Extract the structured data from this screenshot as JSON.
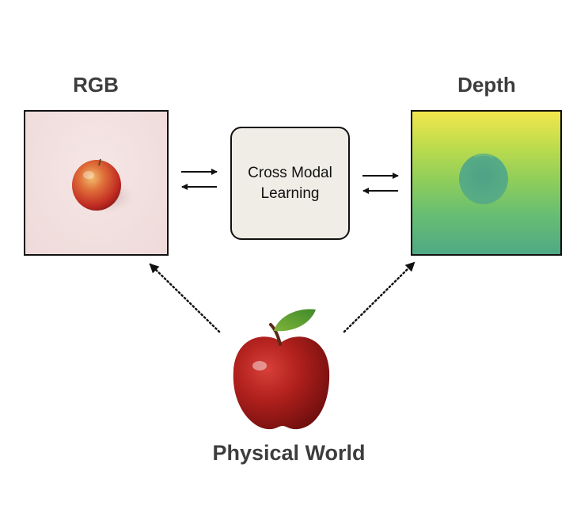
{
  "diagram": {
    "rgb": {
      "title": "RGB",
      "image": "apple-on-pink-background"
    },
    "depth": {
      "title": "Depth",
      "image": "apple-depth-map",
      "colors": {
        "top": "#f2e74d",
        "bottom": "#4fa984",
        "object": "#55a688"
      }
    },
    "center": {
      "line1": "Cross Modal",
      "line2": "Learning",
      "fill": "#f0ede7"
    },
    "world": {
      "title": "Physical World",
      "image": "red-apple-with-leaf"
    },
    "connections": [
      {
        "from": "rgb",
        "to": "center",
        "style": "bidirectional-solid"
      },
      {
        "from": "center",
        "to": "depth",
        "style": "bidirectional-solid"
      },
      {
        "from": "world",
        "to": "rgb",
        "style": "dotted-arrow"
      },
      {
        "from": "world",
        "to": "depth",
        "style": "dotted-arrow"
      }
    ]
  }
}
